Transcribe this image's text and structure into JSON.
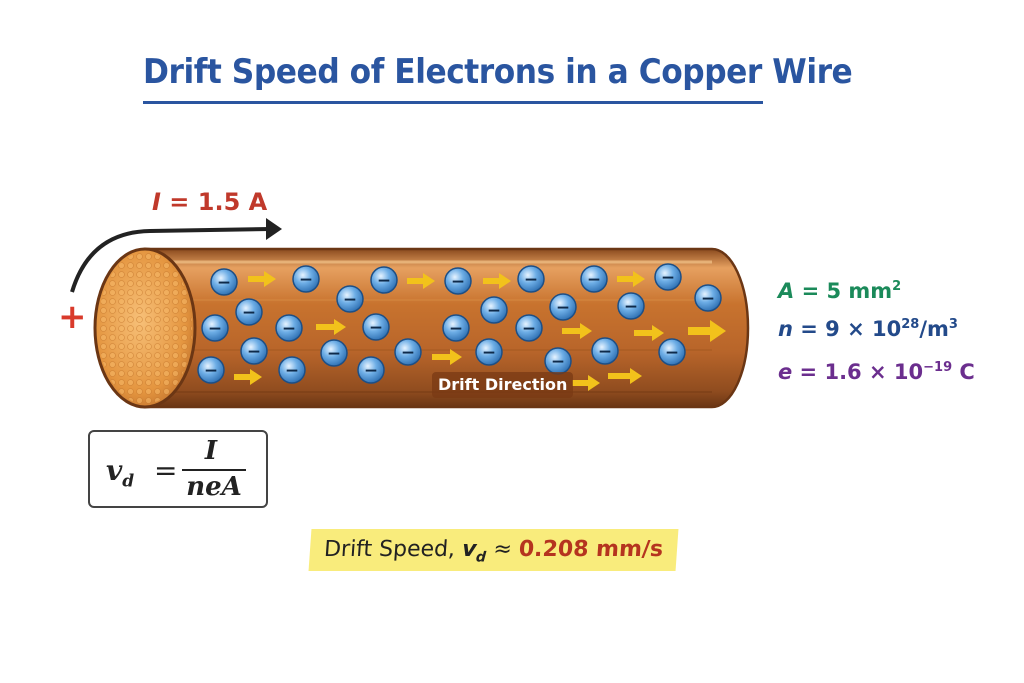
{
  "title": "Drift Speed of Electrons in a Copper Wire",
  "current": {
    "symbol": "I",
    "value": "= 1.5 A"
  },
  "terminal": "+",
  "electron_sign": "−",
  "drift_label": "Drift Direction",
  "parameters": {
    "area": {
      "symbol": "A",
      "text": " = 5 mm",
      "exponent": "2"
    },
    "density": {
      "symbol": "n",
      "text": " = 9 × 10",
      "exponent": "28",
      "unit": "/m",
      "unit_exponent": "3"
    },
    "charge": {
      "symbol": "e",
      "text": " = 1.6 × 10",
      "exponent": "−19",
      "unit": " C"
    }
  },
  "formula": {
    "lhs": "v",
    "lhs_sub": "d",
    "equals": "=",
    "numerator": "I",
    "denominator": "neA"
  },
  "result": {
    "label": "Drift Speed, ",
    "symbol": "v",
    "symbol_sub": "d",
    "approx": " ≈ ",
    "value": "0.208 mm/s"
  },
  "colors": {
    "title": "#2a55a0",
    "current": "#c0392b",
    "copper": "#c8732e",
    "electron": "#4a8fd0",
    "arrow": "#f2c21b",
    "highlight": "#f9ec7c"
  }
}
